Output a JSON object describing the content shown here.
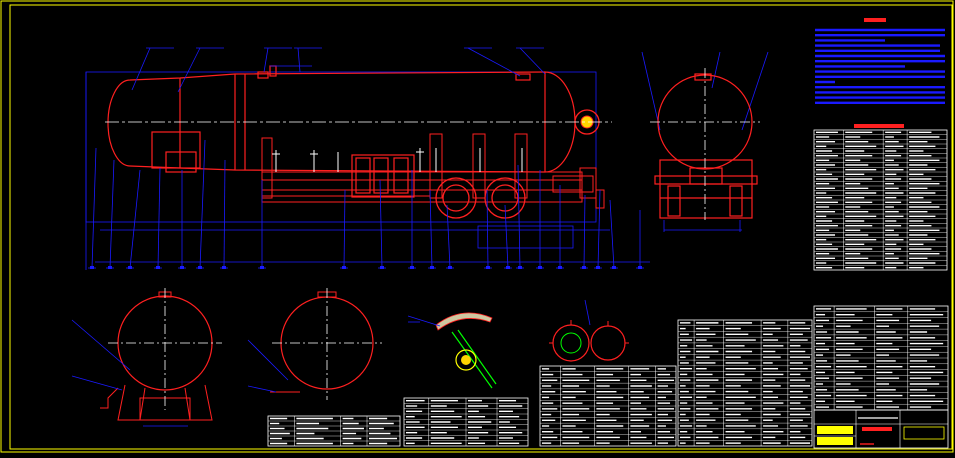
{
  "colors": {
    "background": "#000000",
    "frame": "#ffff00",
    "vessel": "#ff2020",
    "leader": "#1a1aff",
    "table_text": "#ffffff",
    "center_line": "#ffffff",
    "detail": "#00ff00",
    "title_accent": "#ff2020"
  },
  "icons": {
    "manhole": "circle-with-bolts",
    "wheel": "double-ring",
    "valve": "disc-with-stem"
  },
  "drawing": {
    "sheet_title": "",
    "tech_req_title": "",
    "param_table_title": "",
    "title_block_name": ""
  }
}
